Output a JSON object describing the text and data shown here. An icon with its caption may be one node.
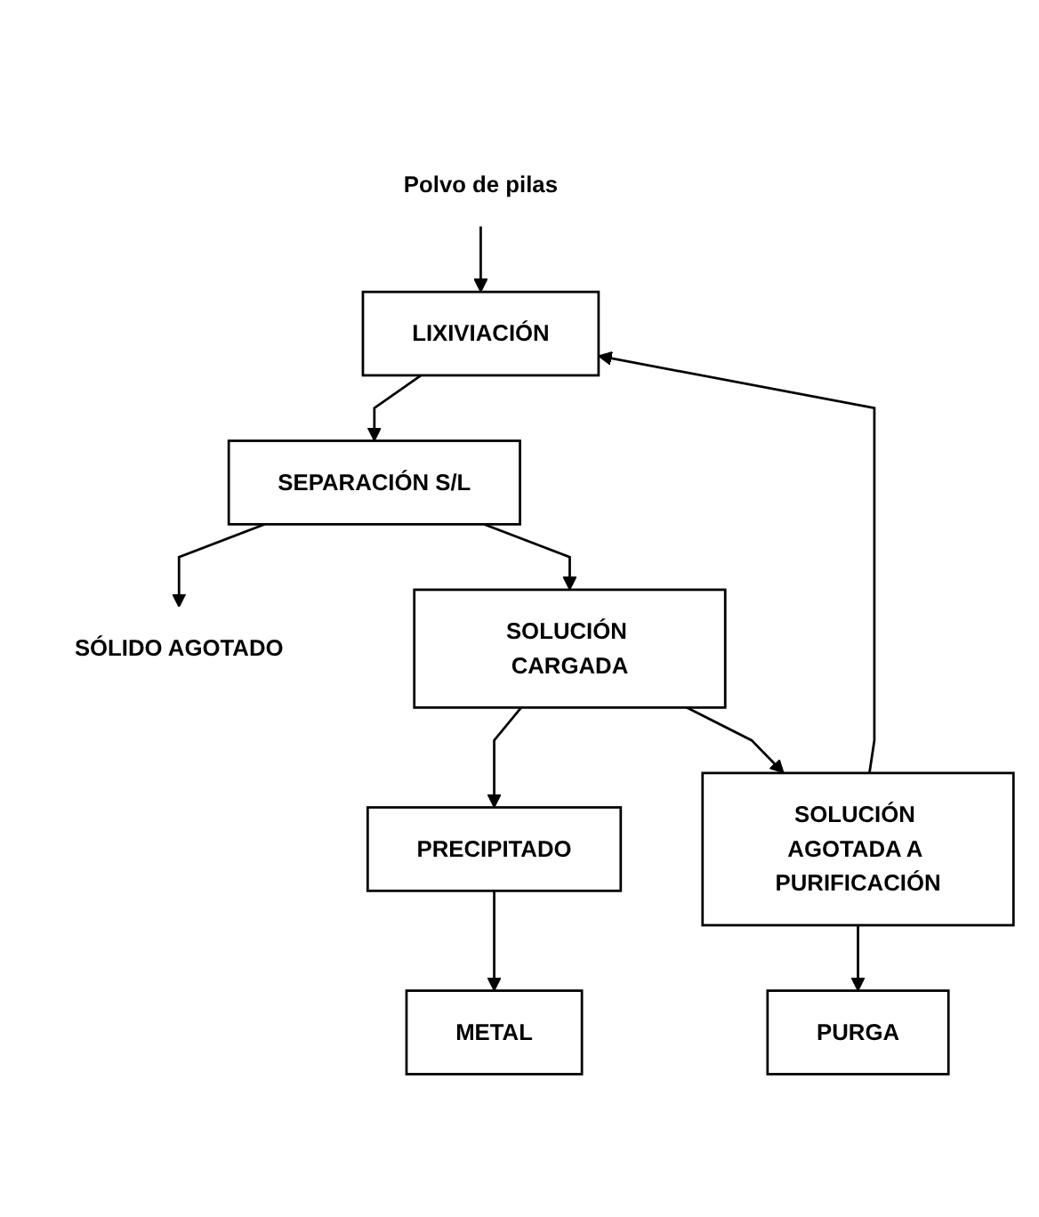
{
  "diagram": {
    "nodes": [
      {
        "text": [
          "Polvo de pilas"
        ]
      },
      {
        "text": [
          "LIXIVIACIÓN"
        ]
      },
      {
        "text": [
          "SEPARACIÓN S/L"
        ]
      },
      {
        "text": [
          "SÓLIDO AGOTADO"
        ]
      },
      {
        "text": [
          "SOLUCIÓN CARGADA"
        ]
      },
      {
        "text": [
          "PRECIPITADO"
        ]
      },
      {
        "text": [
          "SOLUCIÓN AGOTADA A PURIFICACIÓN"
        ]
      },
      {
        "text": [
          "METAL"
        ]
      },
      {
        "text": [
          "PURGA"
        ]
      }
    ],
    "edges": [
      {
        "from": 0,
        "to": 1,
        "arrow": "to"
      },
      {
        "from": 1,
        "to": 2,
        "arrow": "to"
      },
      {
        "from": 2,
        "to": 3,
        "arrow": "to"
      },
      {
        "from": 2,
        "to": 4,
        "arrow": "to"
      },
      {
        "from": 4,
        "to": 5,
        "arrow": "to"
      },
      {
        "from": 4,
        "to": 6,
        "arrow": "to"
      },
      {
        "from": 5,
        "to": 7,
        "arrow": "to"
      },
      {
        "from": 6,
        "to": 1,
        "arrow": "to"
      },
      {
        "from": 6,
        "to": 8,
        "arrow": "to"
      }
    ]
  }
}
